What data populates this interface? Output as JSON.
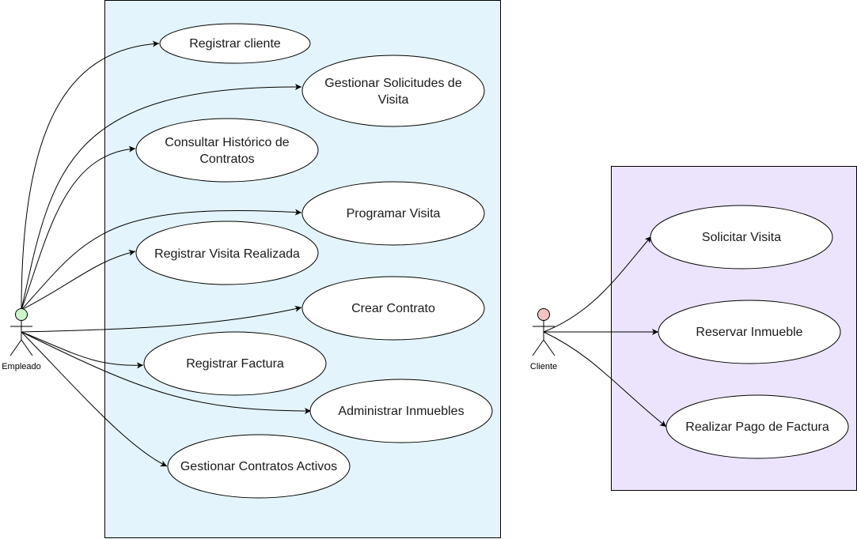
{
  "colors": {
    "employee_boundary_fill": "#e3f4fc",
    "client_boundary_fill": "#ece4fc",
    "employee_head": "#ccf5cc",
    "client_head": "#f5c2c2",
    "stroke": "#000000"
  },
  "actors": {
    "employee": {
      "label": "Empleado"
    },
    "client": {
      "label": "Cliente"
    }
  },
  "use_cases": {
    "registrar_cliente": [
      "Registrar cliente"
    ],
    "gestionar_solicitudes": [
      "Gestionar Solicitudes de",
      "Visita"
    ],
    "consultar_historico": [
      "Consultar Histórico de",
      "Contratos"
    ],
    "programar_visita": [
      "Programar Visita"
    ],
    "registrar_visita": [
      "Registrar Visita Realizada"
    ],
    "crear_contrato": [
      "Crear Contrato"
    ],
    "registrar_factura": [
      "Registrar Factura"
    ],
    "administrar_inmuebles": [
      "Administrar Inmuebles"
    ],
    "gestionar_contratos": [
      "Gestionar Contratos Activos"
    ],
    "solicitar_visita": [
      "Solicitar Visita"
    ],
    "reservar_inmueble": [
      "Reservar Inmueble"
    ],
    "realizar_pago": [
      "Realizar Pago de Factura"
    ]
  }
}
